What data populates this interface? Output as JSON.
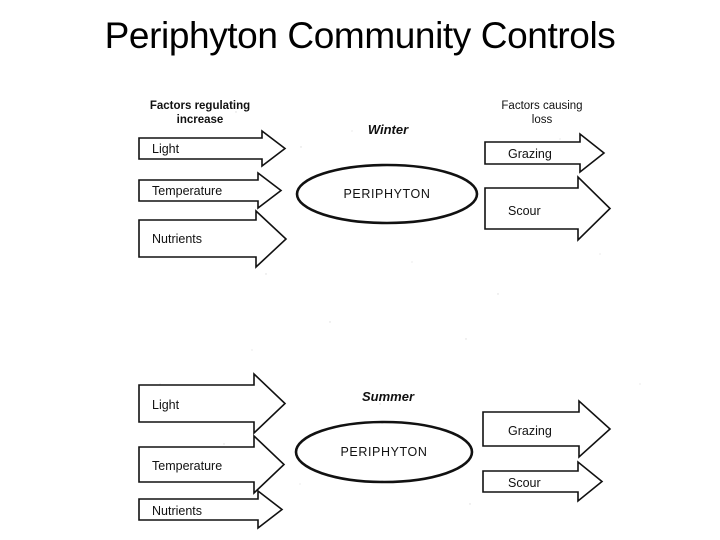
{
  "slide": {
    "title": "Periphyton Community Controls",
    "background_color": "#ffffff",
    "ink_color": "#111111"
  },
  "diagram": {
    "headers": {
      "left_line1": "Factors regulating",
      "left_line2": "increase",
      "right_line1": "Factors causing",
      "right_line2": "loss"
    },
    "panels": [
      {
        "season": "Winter",
        "center_label": "PERIPHYTON",
        "inputs": [
          {
            "label": "Light",
            "magnitude": "small"
          },
          {
            "label": "Temperature",
            "magnitude": "small"
          },
          {
            "label": "Nutrients",
            "magnitude": "large"
          }
        ],
        "outputs": [
          {
            "label": "Grazing",
            "magnitude": "small"
          },
          {
            "label": "Scour",
            "magnitude": "large"
          }
        ]
      },
      {
        "season": "Summer",
        "center_label": "PERIPHYTON",
        "inputs": [
          {
            "label": "Light",
            "magnitude": "large"
          },
          {
            "label": "Temperature",
            "magnitude": "large"
          },
          {
            "label": "Nutrients",
            "magnitude": "small"
          }
        ],
        "outputs": [
          {
            "label": "Grazing",
            "magnitude": "large"
          },
          {
            "label": "Scour",
            "magnitude": "small"
          }
        ]
      }
    ]
  },
  "chart_data": {
    "type": "diagram",
    "title": "Periphyton Community Controls",
    "description": "Two conceptual flow diagrams (Winter and Summer) showing factors regulating increase entering a central PERIPHYTON pool, and factors causing loss leaving it. Arrow thickness encodes relative magnitude.",
    "panels": [
      {
        "name": "Winter",
        "center": "PERIPHYTON",
        "inflows": [
          {
            "name": "Light",
            "relative_magnitude": 1
          },
          {
            "name": "Temperature",
            "relative_magnitude": 1
          },
          {
            "name": "Nutrients",
            "relative_magnitude": 2
          }
        ],
        "outflows": [
          {
            "name": "Grazing",
            "relative_magnitude": 1
          },
          {
            "name": "Scour",
            "relative_magnitude": 2
          }
        ]
      },
      {
        "name": "Summer",
        "center": "PERIPHYTON",
        "inflows": [
          {
            "name": "Light",
            "relative_magnitude": 2
          },
          {
            "name": "Temperature",
            "relative_magnitude": 2
          },
          {
            "name": "Nutrients",
            "relative_magnitude": 1
          }
        ],
        "outflows": [
          {
            "name": "Grazing",
            "relative_magnitude": 2
          },
          {
            "name": "Scour",
            "relative_magnitude": 1
          }
        ]
      }
    ],
    "legend": {
      "left_header": "Factors regulating increase",
      "right_header": "Factors causing loss"
    }
  }
}
